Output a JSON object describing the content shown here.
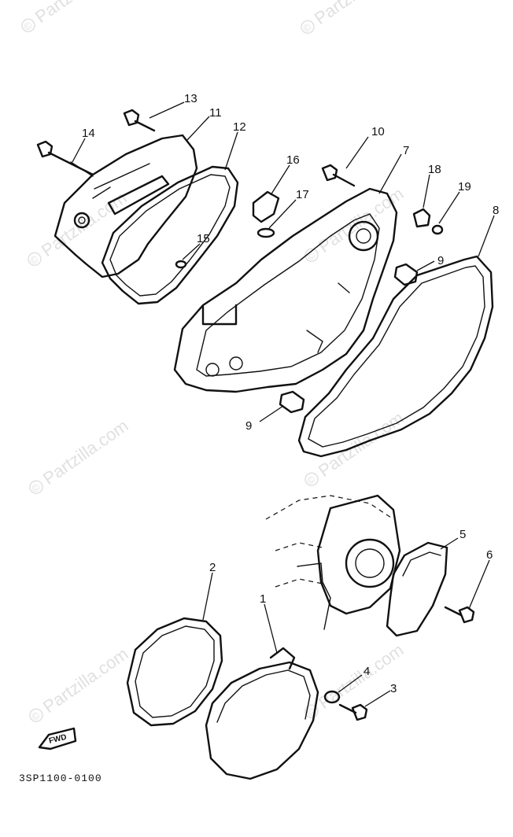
{
  "watermark": {
    "text": "Partzilla.com",
    "symbol": "©"
  },
  "diagram_code": "3SP1100-0100",
  "fwd_label": "FWD",
  "callouts": [
    "13",
    "11",
    "14",
    "12",
    "10",
    "7",
    "16",
    "18",
    "19",
    "17",
    "8",
    "15",
    "9",
    "9",
    "5",
    "2",
    "6",
    "1",
    "4",
    "3"
  ]
}
